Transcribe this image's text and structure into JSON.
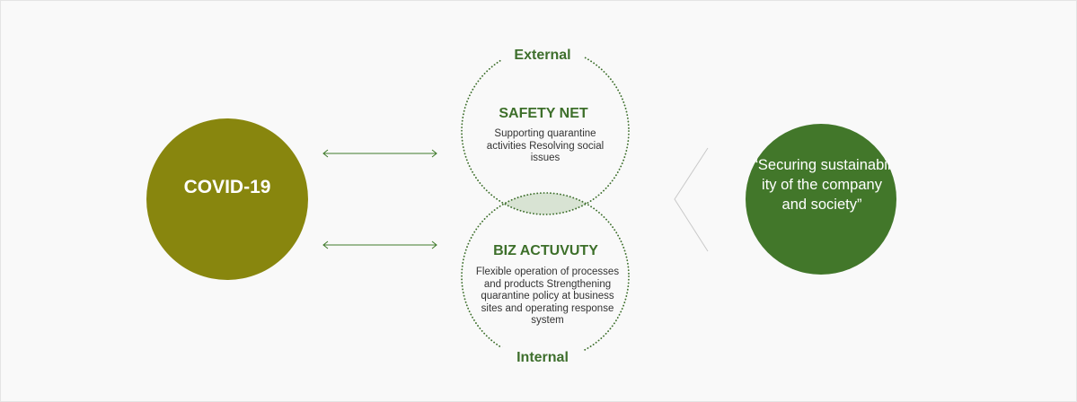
{
  "covid": {
    "label": "COVID-19"
  },
  "safety_net": {
    "tag": "External",
    "title": "SAFETY NET",
    "body": "Supporting quarantine activities Resolving social issues"
  },
  "biz_activity": {
    "tag": "Internal",
    "title": "BIZ ACTUVUTY",
    "body": "Flexible operation of processes and products Strengthening quarantine policy at business sites and operating response system"
  },
  "goal": {
    "quote": "“Securing sustainabil ity of the company and society”"
  },
  "colors": {
    "covid_circle": "#88860e",
    "goal_circle": "#42772a",
    "dotted_outline": "#3e6f2d",
    "overlap_fill": "#d8e3d3",
    "arrow": "#3e7a2a",
    "chevron": "#c9c9c9"
  }
}
